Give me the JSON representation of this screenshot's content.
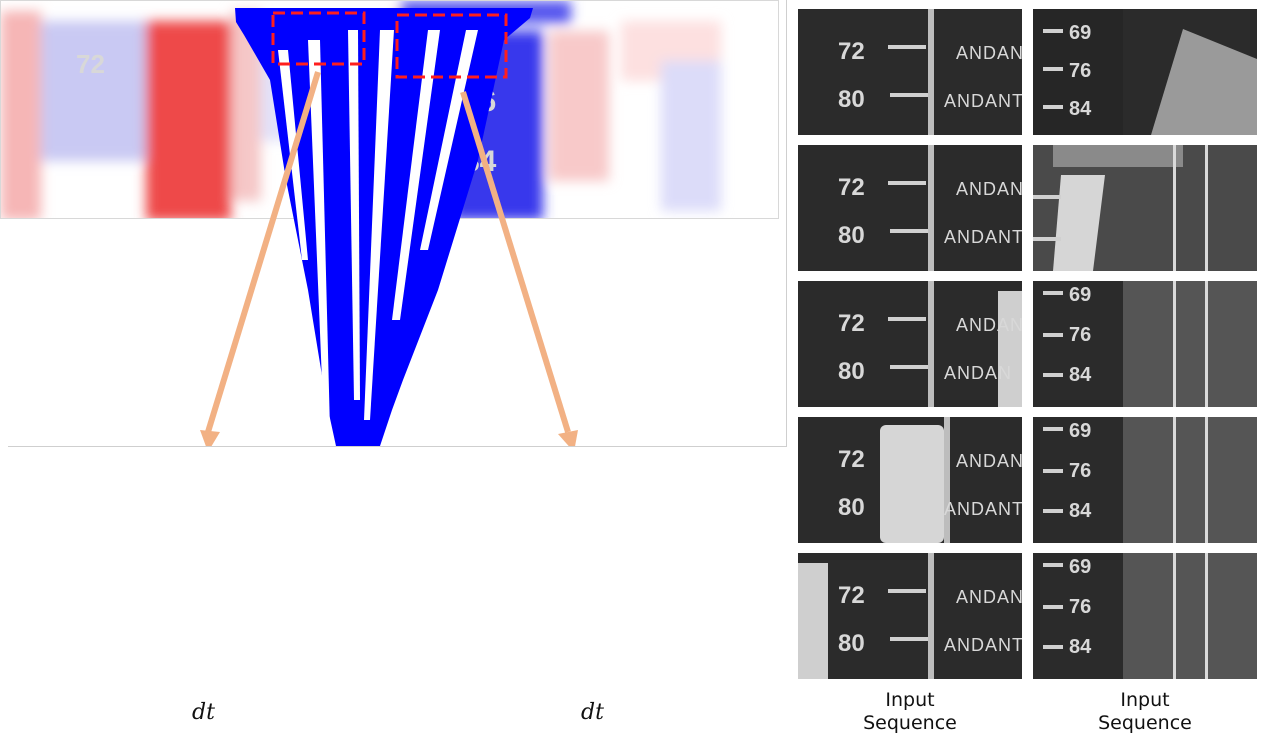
{
  "figure": {
    "dt_labels": [
      "dt",
      "dt"
    ],
    "captions": [
      {
        "line1": "Input",
        "line2": "Sequence"
      },
      {
        "line1": "Input",
        "line2": "Sequence"
      }
    ],
    "colors": {
      "mask": "#0000ff",
      "highlight_box": "#ff1e1e",
      "arrow": "#f2b184",
      "positive": "#ee3a3a",
      "negative": "#3a3aee",
      "frame_bg": "#2b2b2b"
    },
    "frame_text": {
      "left": {
        "n1": "72",
        "n2": "80",
        "word": "ANDAN",
        "word2": "ANDANT"
      },
      "right": {
        "n1": "69",
        "n2": "76",
        "n3": "84"
      }
    },
    "dt_numbers": {
      "n1": "72",
      "n2": "76",
      "n3": "84"
    }
  }
}
